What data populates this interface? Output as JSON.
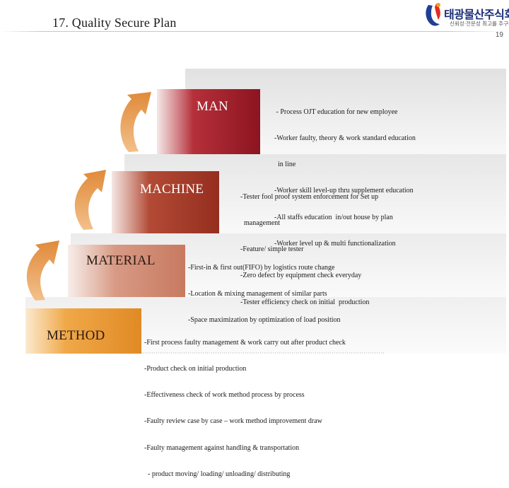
{
  "header": {
    "title": "17. Quality Secure Plan",
    "page_number": "19",
    "logo_name": "태광물산주식회사",
    "logo_tagline": "신뢰성·전문성 최고를 추구하는 기업"
  },
  "colors": {
    "man": "#9e1c26",
    "machine": "#a23a28",
    "material": "#c06f56",
    "method": "#e8942e",
    "arrow": "#e39a48"
  },
  "sections": [
    {
      "label": "MAN",
      "lines": [
        " - Process OJT education for new employee",
        "-Worker faulty, theory & work standard education",
        "  in line",
        "-Worker skill level-up thru supplement education",
        "-All staffs education  in/out house by plan",
        "-Worker level up & multi functionalization"
      ]
    },
    {
      "label": "MACHINE",
      "lines": [
        "-Tester fool proof system enforcement for Set up",
        "  management",
        "-Feature/ simple tester",
        "-Zero defect by equipment check everyday",
        "-Tester efficiency check on initial  production"
      ]
    },
    {
      "label": "MATERIAL",
      "lines": [
        "-First-in & first out(FIFO) by logistics route change",
        "-Location & mixing management of similar parts",
        "-Space maximization by optimization of load position"
      ]
    },
    {
      "label": "METHOD",
      "lines": [
        "-First process faulty management & work carry out after product check",
        "-Product check on initial production",
        "-Effectiveness check of work method process by process",
        "-Faulty review case by case – work method improvement draw",
        "-Faulty management against handling & transportation",
        "  - product moving/ loading/ unloading/ distributing"
      ]
    }
  ]
}
